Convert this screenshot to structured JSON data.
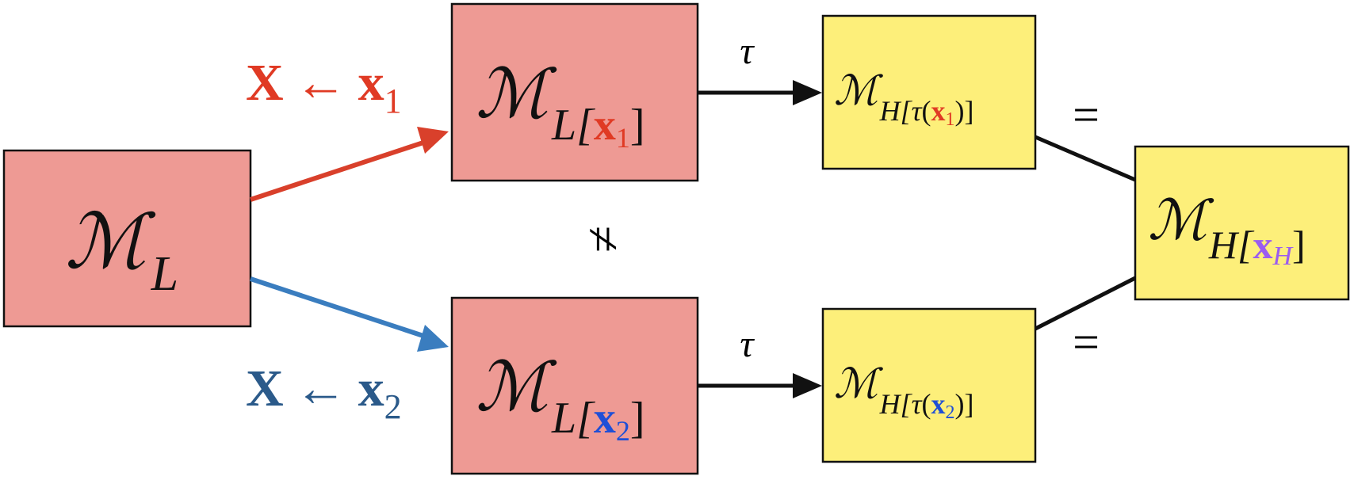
{
  "colors": {
    "red_box": "#ee9a94",
    "yellow_box": "#fdef7a",
    "x1": "#e03a24",
    "x2_label": "#2b5a8a",
    "x2_inner": "#1f4fd6",
    "xH": "#9b5cf0",
    "arrow_red": "#d9402b",
    "arrow_blue": "#3a7dbf"
  },
  "nodes": {
    "m_l": {
      "sym": "ℳ",
      "sub": "L"
    },
    "m_l_x1": {
      "sym": "ℳ",
      "sub_pre": "L[",
      "var": "x",
      "var_sub": "1",
      "sub_post": "]"
    },
    "m_l_x2": {
      "sym": "ℳ",
      "sub_pre": "L[",
      "var": "x",
      "var_sub": "2",
      "sub_post": "]"
    },
    "m_h_tau_x1": {
      "sym": "ℳ",
      "sub_pre": "H[",
      "tau": "τ",
      "open": "(",
      "var": "x",
      "var_sub": "1",
      "sub_post": ")]"
    },
    "m_h_tau_x2": {
      "sym": "ℳ",
      "sub_pre": "H[",
      "tau": "τ",
      "open": "(",
      "var": "x",
      "var_sub": "2",
      "sub_post": ")]"
    },
    "m_h_xh": {
      "sym": "ℳ",
      "sub_pre": "H[",
      "var": "x",
      "var_sub": "H",
      "sub_post": "]"
    }
  },
  "edges": {
    "intervention_1": {
      "var": "X",
      "arrow": "←",
      "val": "x",
      "val_sub": "1"
    },
    "intervention_2": {
      "var": "X",
      "arrow": "←",
      "val": "x",
      "val_sub": "2"
    },
    "tau_top": "τ",
    "tau_bottom": "τ",
    "equals_top": "=",
    "equals_bottom": "=",
    "not_equal": "≠"
  }
}
